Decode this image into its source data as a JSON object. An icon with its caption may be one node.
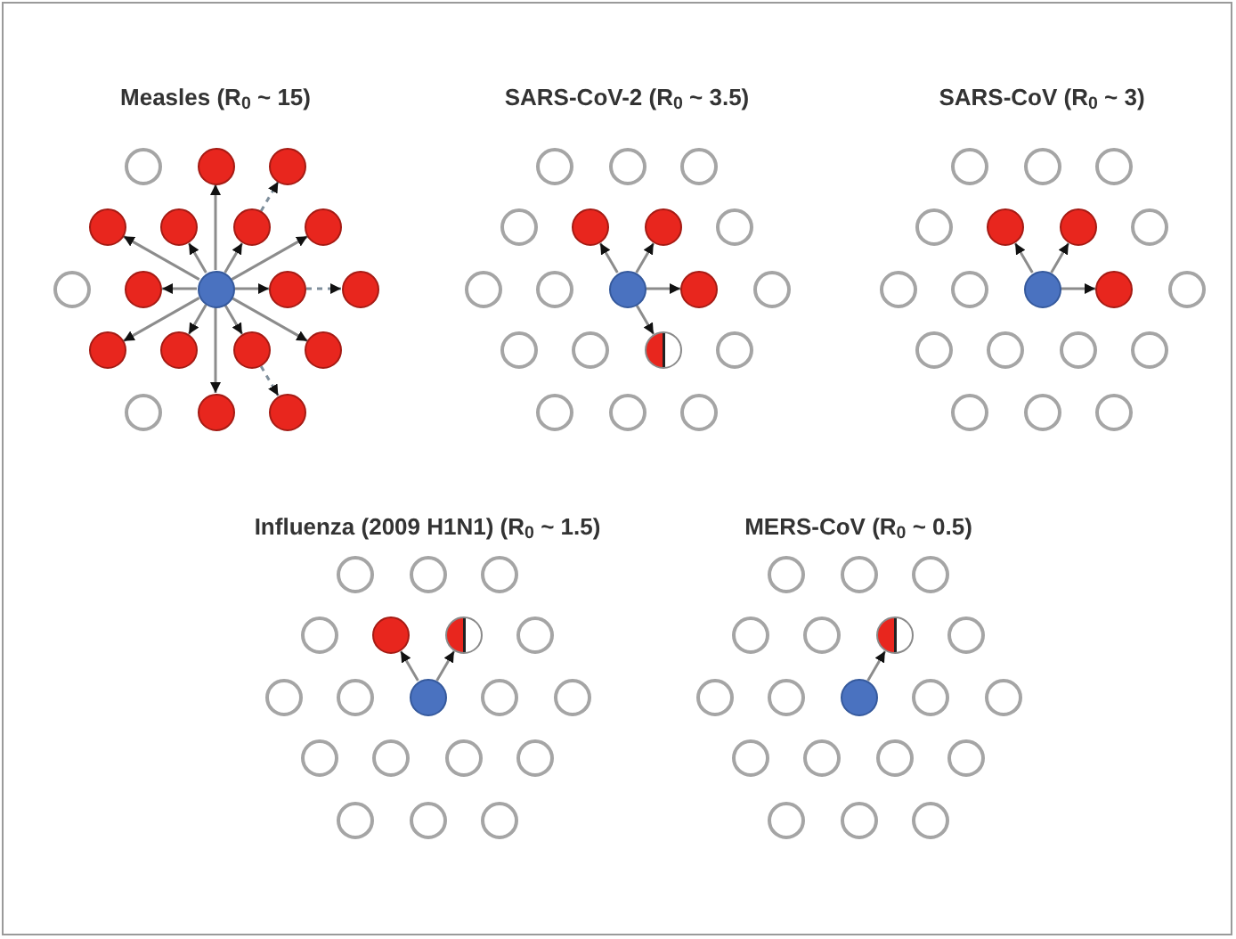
{
  "diagram": {
    "nodes": [
      {
        "text": [],
        "shape": "circle"
      },
      {
        "text": [],
        "shape": "circle"
      },
      {
        "text": [],
        "shape": "circle"
      },
      {
        "text": [],
        "shape": "circle"
      },
      {
        "text": [],
        "shape": "circle"
      },
      {
        "text": [],
        "shape": "circle"
      },
      {
        "text": [],
        "shape": "circle"
      },
      {
        "text": [],
        "shape": "circle"
      },
      {
        "text": [],
        "shape": "circle"
      },
      {
        "text": [],
        "shape": "circle"
      },
      {
        "text": [],
        "shape": "circle"
      },
      {
        "text": [],
        "shape": "circle"
      },
      {
        "text": [],
        "shape": "circle"
      },
      {
        "text": [],
        "shape": "circle"
      },
      {
        "text": [],
        "shape": "circle"
      },
      {
        "text": [],
        "shape": "circle"
      },
      {
        "text": [],
        "shape": "circle"
      },
      {
        "text": [],
        "shape": "circle"
      },
      {
        "text": [],
        "shape": "circle"
      },
      {
        "text": [],
        "shape": "circle"
      },
      {
        "text": [],
        "shape": "circle"
      },
      {
        "text": [],
        "shape": "circle"
      },
      {
        "text": [],
        "shape": "circle"
      },
      {
        "text": [],
        "shape": "circle"
      },
      {
        "text": [],
        "shape": "circle"
      },
      {
        "text": [],
        "shape": "circle"
      },
      {
        "text": [],
        "shape": "circle"
      },
      {
        "text": [],
        "shape": "circle"
      },
      {
        "text": [],
        "shape": "circle"
      },
      {
        "text": [],
        "shape": "circle"
      },
      {
        "text": [],
        "shape": "circle"
      },
      {
        "text": [],
        "shape": "circle"
      },
      {
        "text": [],
        "shape": "circle"
      },
      {
        "text": [],
        "shape": "circle"
      },
      {
        "text": [],
        "shape": "circle"
      },
      {
        "text": [],
        "shape": "circle"
      },
      {
        "text": [],
        "shape": "circle"
      },
      {
        "text": [],
        "shape": "circle"
      },
      {
        "text": [],
        "shape": "circle"
      },
      {
        "text": [],
        "shape": "circle"
      },
      {
        "text": [],
        "shape": "circle"
      },
      {
        "text": [],
        "shape": "circle"
      },
      {
        "text": [],
        "shape": "circle"
      },
      {
        "text": [],
        "shape": "circle"
      },
      {
        "text": [],
        "shape": "circle"
      },
      {
        "text": [],
        "shape": "circle"
      },
      {
        "text": [],
        "shape": "circle"
      },
      {
        "text": [],
        "shape": "circle"
      },
      {
        "text": [],
        "shape": "circle"
      },
      {
        "text": [],
        "shape": "circle"
      },
      {
        "text": [],
        "shape": "circle"
      },
      {
        "text": [],
        "shape": "circle"
      },
      {
        "text": [],
        "shape": "circle"
      },
      {
        "text": [],
        "shape": "circle"
      },
      {
        "text": [],
        "shape": "circle"
      },
      {
        "text": [],
        "shape": "circle"
      },
      {
        "text": [],
        "shape": "circle"
      },
      {
        "text": [],
        "shape": "circle"
      },
      {
        "text": [],
        "shape": "circle"
      },
      {
        "text": [],
        "shape": "circle"
      },
      {
        "text": [],
        "shape": "circle"
      },
      {
        "text": [],
        "shape": "circle"
      },
      {
        "text": [],
        "shape": "circle"
      },
      {
        "text": [],
        "shape": "circle"
      },
      {
        "text": [],
        "shape": "circle"
      },
      {
        "text": [],
        "shape": "circle"
      },
      {
        "text": [],
        "shape": "circle"
      },
      {
        "text": [],
        "shape": "circle"
      },
      {
        "text": [],
        "shape": "circle"
      },
      {
        "text": [],
        "shape": "circle"
      },
      {
        "text": [],
        "shape": "circle"
      },
      {
        "text": [],
        "shape": "circle"
      },
      {
        "text": [],
        "shape": "circle"
      },
      {
        "text": [],
        "shape": "circle"
      },
      {
        "text": [],
        "shape": "circle"
      },
      {
        "text": [],
        "shape": "circle"
      },
      {
        "text": [],
        "shape": "circle"
      },
      {
        "text": [],
        "shape": "circle"
      },
      {
        "text": [],
        "shape": "circle"
      },
      {
        "text": [],
        "shape": "circle"
      },
      {
        "text": [],
        "shape": "circle"
      },
      {
        "text": [],
        "shape": "circle"
      },
      {
        "text": [],
        "shape": "circle"
      },
      {
        "text": [],
        "shape": "circle"
      },
      {
        "text": [],
        "shape": "circle"
      },
      {
        "text": [],
        "shape": "circle"
      },
      {
        "text": [],
        "shape": "circle"
      },
      {
        "text": [],
        "shape": "circle"
      },
      {
        "text": [],
        "shape": "circle"
      },
      {
        "text": [],
        "shape": "circle"
      },
      {
        "text": [],
        "shape": "circle"
      },
      {
        "text": [],
        "shape": "circle"
      },
      {
        "text": [],
        "shape": "circle"
      },
      {
        "text": [],
        "shape": "circle"
      },
      {
        "text": [],
        "shape": "circle"
      }
    ],
    "edges": [
      {
        "from": 9,
        "to": 1,
        "arrow": "to"
      },
      {
        "from": 5,
        "to": 2,
        "arrow": "to",
        "style": "dashed"
      },
      {
        "from": 9,
        "to": 3,
        "arrow": "to"
      },
      {
        "from": 9,
        "to": 4,
        "arrow": "to"
      },
      {
        "from": 9,
        "to": 5,
        "arrow": "to"
      },
      {
        "from": 9,
        "to": 6,
        "arrow": "to"
      },
      {
        "from": 9,
        "to": 8,
        "arrow": "to"
      },
      {
        "from": 9,
        "to": 10,
        "arrow": "to"
      },
      {
        "from": 10,
        "to": 11,
        "arrow": "to",
        "style": "dashed"
      },
      {
        "from": 9,
        "to": 12,
        "arrow": "to"
      },
      {
        "from": 9,
        "to": 13,
        "arrow": "to"
      },
      {
        "from": 9,
        "to": 14,
        "arrow": "to"
      },
      {
        "from": 9,
        "to": 15,
        "arrow": "to"
      },
      {
        "from": 14,
        "to": 18,
        "arrow": "to",
        "style": "dashed"
      },
      {
        "from": 9,
        "to": 17,
        "arrow": "to"
      },
      {
        "from": 28,
        "to": 23,
        "arrow": "to"
      },
      {
        "from": 28,
        "to": 24,
        "arrow": "to"
      },
      {
        "from": 28,
        "to": 29,
        "arrow": "to"
      },
      {
        "from": 28,
        "to": 33,
        "arrow": "to"
      },
      {
        "from": 47,
        "to": 42,
        "arrow": "to"
      },
      {
        "from": 47,
        "to": 43,
        "arrow": "to"
      },
      {
        "from": 47,
        "to": 48,
        "arrow": "to"
      },
      {
        "from": 66,
        "to": 61,
        "arrow": "to"
      },
      {
        "from": 66,
        "to": 62,
        "arrow": "to"
      },
      {
        "from": 85,
        "to": 81,
        "arrow": "to"
      }
    ],
    "labels": [
      "Measles (R$_{0}$ ~ 15)",
      "SARS-CoV-2 (R$_{0}$ ~ 3.5)",
      "SARS-CoV (R$_{0}$ ~ 3)",
      "Influenza (2009 H1N1) (R$_{0}$ ~ 1.5)",
      "MERS-CoV (R$_{0}$ ~ 0.5)"
    ]
  }
}
